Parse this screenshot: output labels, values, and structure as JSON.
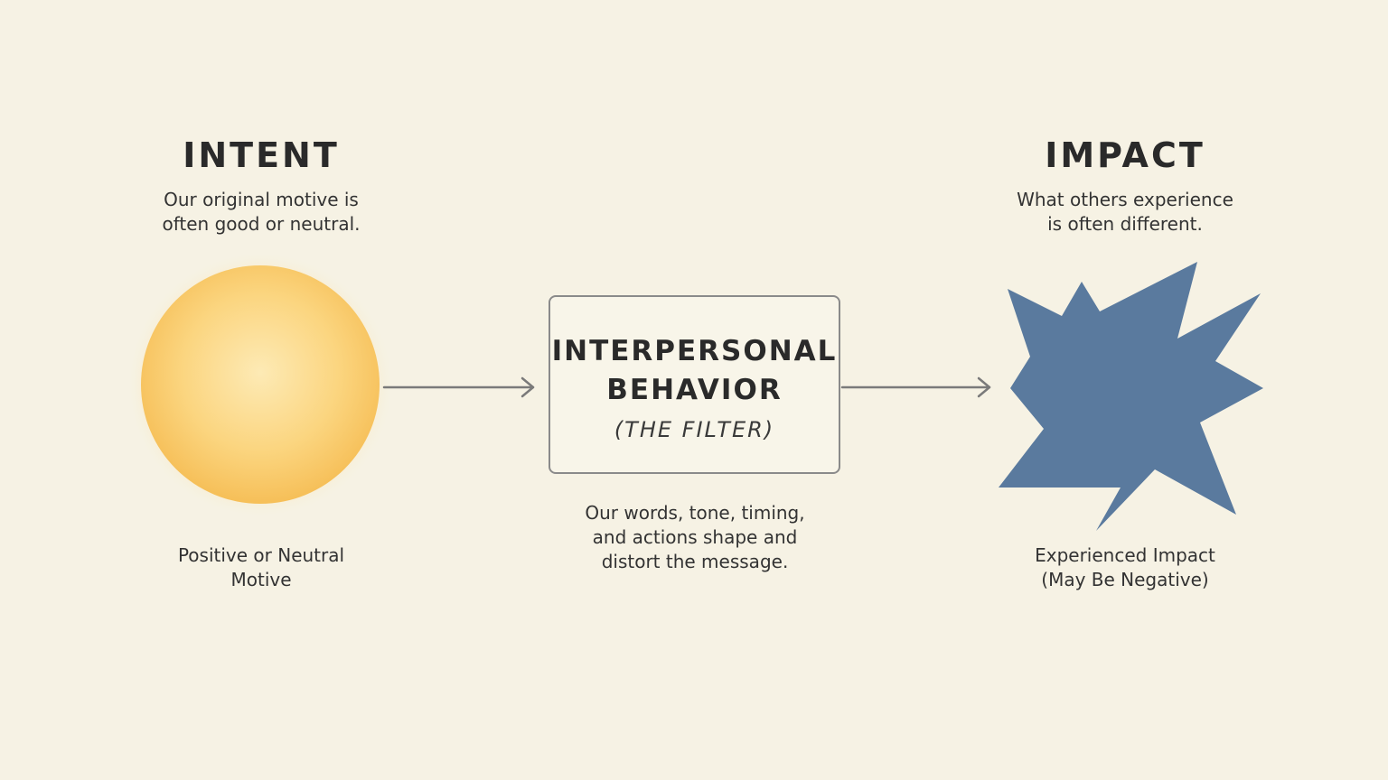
{
  "intent": {
    "title": "INTENT",
    "description": [
      "Our original motive is",
      "often good or neutral."
    ],
    "caption": [
      "Positive or Neutral",
      "Motive"
    ]
  },
  "filter": {
    "title_lines": [
      "INTERPERSONAL",
      "BEHAVIOR"
    ],
    "subtitle": "(THE FILTER)",
    "caption": [
      "Our words, tone, timing,",
      "and actions shape and",
      "distort the message."
    ]
  },
  "impact": {
    "title": "IMPACT",
    "description": [
      "What others experience",
      "is often different."
    ],
    "caption": [
      "Experienced Impact",
      "(May Be Negative)"
    ]
  },
  "colors": {
    "background": "#f6f2e4",
    "sun_center": "#fde7ae",
    "sun_edge": "#f7c25e",
    "burst": "#5a7a9e",
    "arrow": "#7a7a7a",
    "box_border": "#8a8a8a"
  },
  "icons": {
    "intent_shape": "sun-circle-icon",
    "impact_shape": "starburst-icon",
    "arrows": "arrow-right-icon"
  }
}
